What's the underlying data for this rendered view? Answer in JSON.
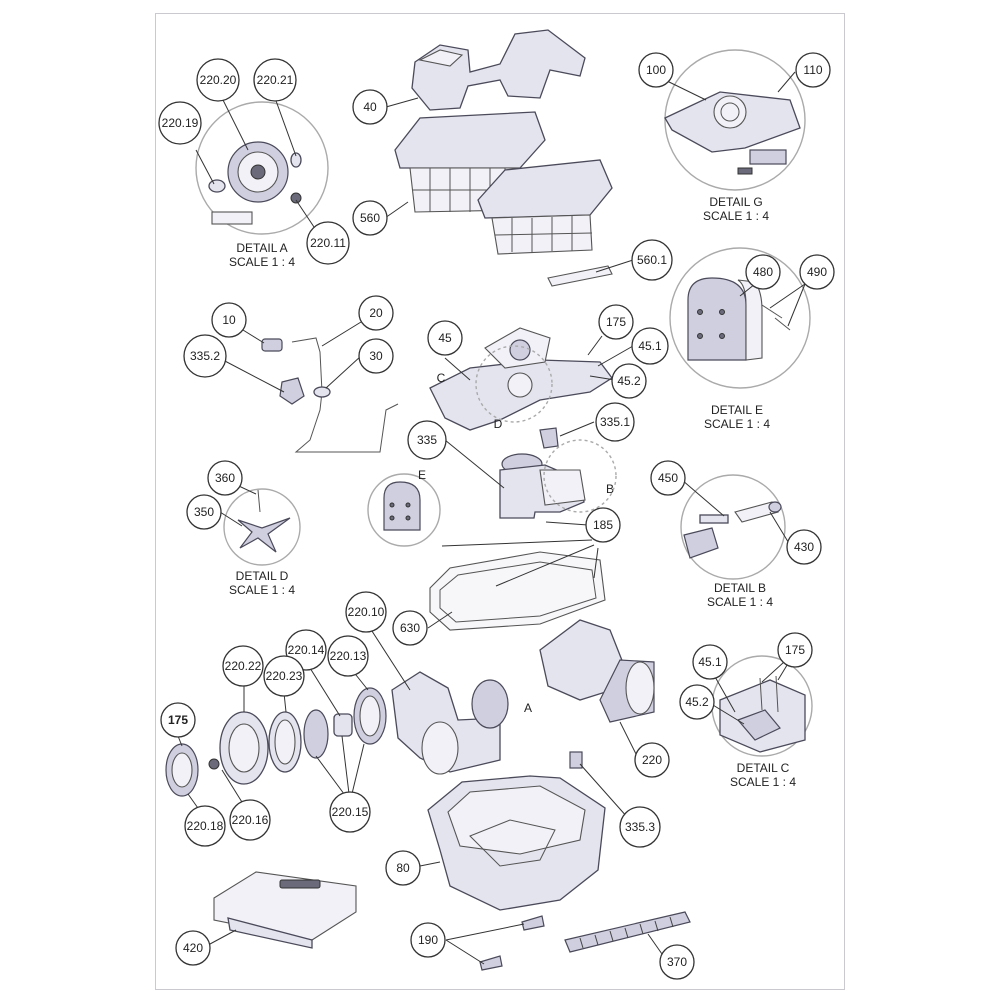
{
  "callouts": {
    "c40": "40",
    "c560": "560",
    "c560_1": "560.1",
    "c220_20": "220.20",
    "c220_21": "220.21",
    "c220_19": "220.19",
    "c220_11": "220.11",
    "c100": "100",
    "c110": "110",
    "c480": "480",
    "c490": "490",
    "c10": "10",
    "c20": "20",
    "c30": "30",
    "c335_2": "335.2",
    "c45": "45",
    "c175a": "175",
    "c45_1a": "45.1",
    "c45_2a": "45.2",
    "c335_1": "335.1",
    "c335": "335",
    "c360": "360",
    "c350": "350",
    "c450": "450",
    "c430": "430",
    "c185": "185",
    "c630": "630",
    "c220_10": "220.10",
    "c220_14": "220.14",
    "c220_13": "220.13",
    "c220_22": "220.22",
    "c220_23": "220.23",
    "c175b": "175",
    "c220_18": "220.18",
    "c220_16": "220.16",
    "c220_15": "220.15",
    "c220": "220",
    "c45_1b": "45.1",
    "c175c": "175",
    "c45_2b": "45.2",
    "c335_3": "335.3",
    "c80": "80",
    "c420": "420",
    "c190": "190",
    "c370": "370"
  },
  "detail_labels": {
    "A": {
      "name": "DETAIL A",
      "scale": "SCALE 1 : 4"
    },
    "G": {
      "name": "DETAIL G",
      "scale": "SCALE 1 : 4"
    },
    "E": {
      "name": "DETAIL E",
      "scale": "SCALE 1 : 4"
    },
    "D": {
      "name": "DETAIL D",
      "scale": "SCALE 1 : 4"
    },
    "B": {
      "name": "DETAIL B",
      "scale": "SCALE 1 : 4"
    },
    "C": {
      "name": "DETAIL C",
      "scale": "SCALE 1 : 4"
    }
  },
  "view_letters": {
    "A": "A",
    "B": "B",
    "C": "C",
    "D": "D",
    "E": "E"
  }
}
